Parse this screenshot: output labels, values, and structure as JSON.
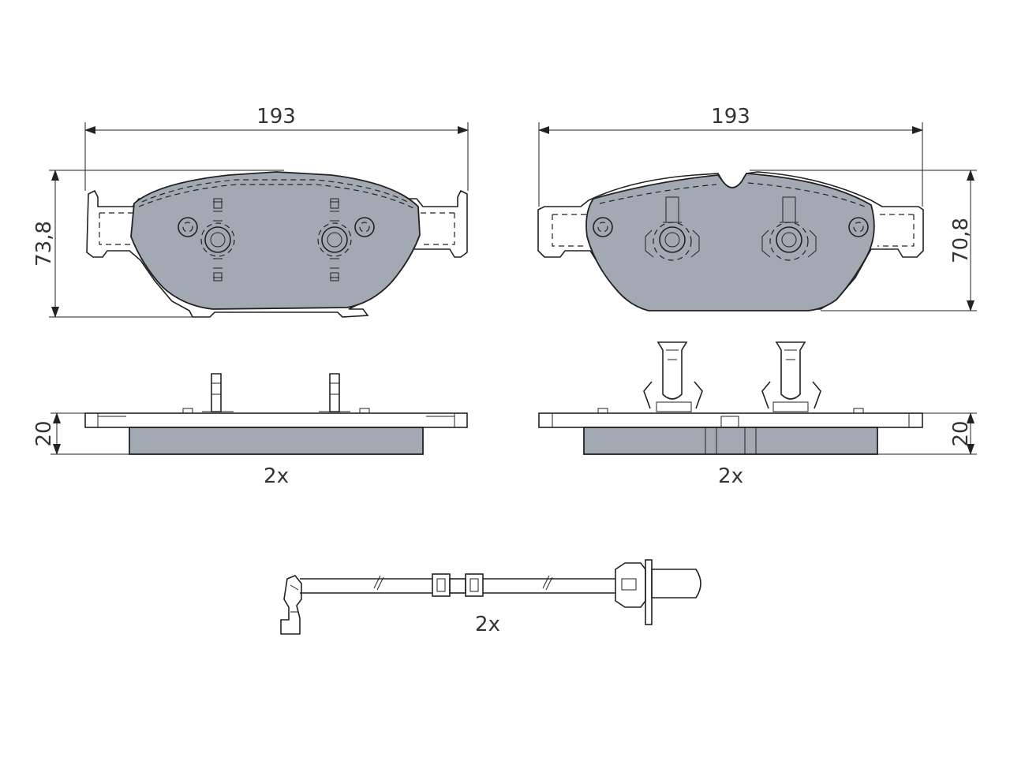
{
  "colors": {
    "friction_material": "#a3a9b3",
    "line": "#222222",
    "background": "#ffffff"
  },
  "left_pad": {
    "width_label": "193",
    "height_label": "73,8",
    "thickness_label": "20",
    "quantity_label": "2x"
  },
  "right_pad": {
    "width_label": "193",
    "height_label": "70,8",
    "thickness_label": "20",
    "quantity_label": "2x"
  },
  "wear_sensor": {
    "quantity_label": "2x"
  }
}
